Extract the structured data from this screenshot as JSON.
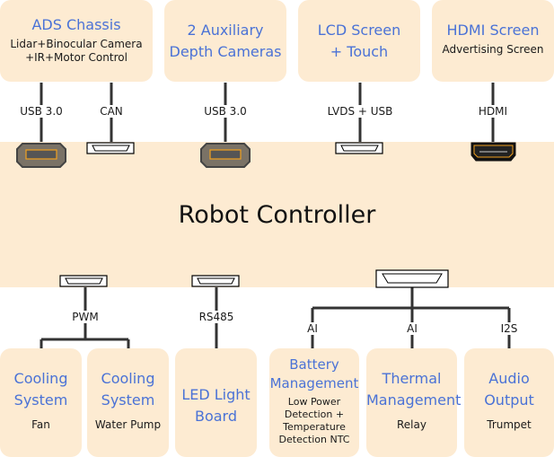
{
  "controller": {
    "title": "Robot Controller"
  },
  "top_devices": [
    {
      "title": "ADS Chassis",
      "subtitle_lines": [
        "Lidar+Binocular Camera",
        "+IR+Motor Control"
      ]
    },
    {
      "title_lines": [
        "2 Auxiliary",
        "Depth Cameras"
      ]
    },
    {
      "title_lines": [
        "LCD Screen",
        "+ Touch"
      ]
    },
    {
      "title": "HDMI Screen",
      "subtitle": "Advertising Screen"
    }
  ],
  "top_connections": [
    {
      "label": "USB 3.0",
      "connector": "usb-3.0-port"
    },
    {
      "label": "CAN",
      "connector": "can-port"
    },
    {
      "label": "USB 3.0",
      "connector": "usb-3.0-port"
    },
    {
      "label": "LVDS + USB",
      "connector": "lvds-port"
    },
    {
      "label": "HDMI",
      "connector": "hdmi-port"
    }
  ],
  "bottom_connections": [
    {
      "label": "PWM"
    },
    {
      "label": "RS485"
    },
    {
      "label": "AI"
    },
    {
      "label": "AI"
    },
    {
      "label": "I2S"
    }
  ],
  "bottom_devices": [
    {
      "title_lines": [
        "Cooling",
        "System"
      ],
      "subtitle": "Fan"
    },
    {
      "title_lines": [
        "Cooling",
        "System"
      ],
      "subtitle": "Water Pump"
    },
    {
      "title_lines": [
        "LED Light",
        "Board"
      ]
    },
    {
      "title_lines": [
        "Battery",
        "Management"
      ],
      "subtitle_lines": [
        "Low Power",
        "Detection +",
        "Temperature",
        "Detection NTC"
      ]
    },
    {
      "title_lines": [
        "Thermal",
        "Management"
      ],
      "subtitle": "Relay"
    },
    {
      "title_lines": [
        "Audio",
        "Output"
      ],
      "subtitle": "Trumpet"
    }
  ],
  "colors": {
    "box_fill": "#fdebd2",
    "title_blue": "#4a72d6",
    "line": "#333333",
    "port_accent": "#f0a020"
  }
}
